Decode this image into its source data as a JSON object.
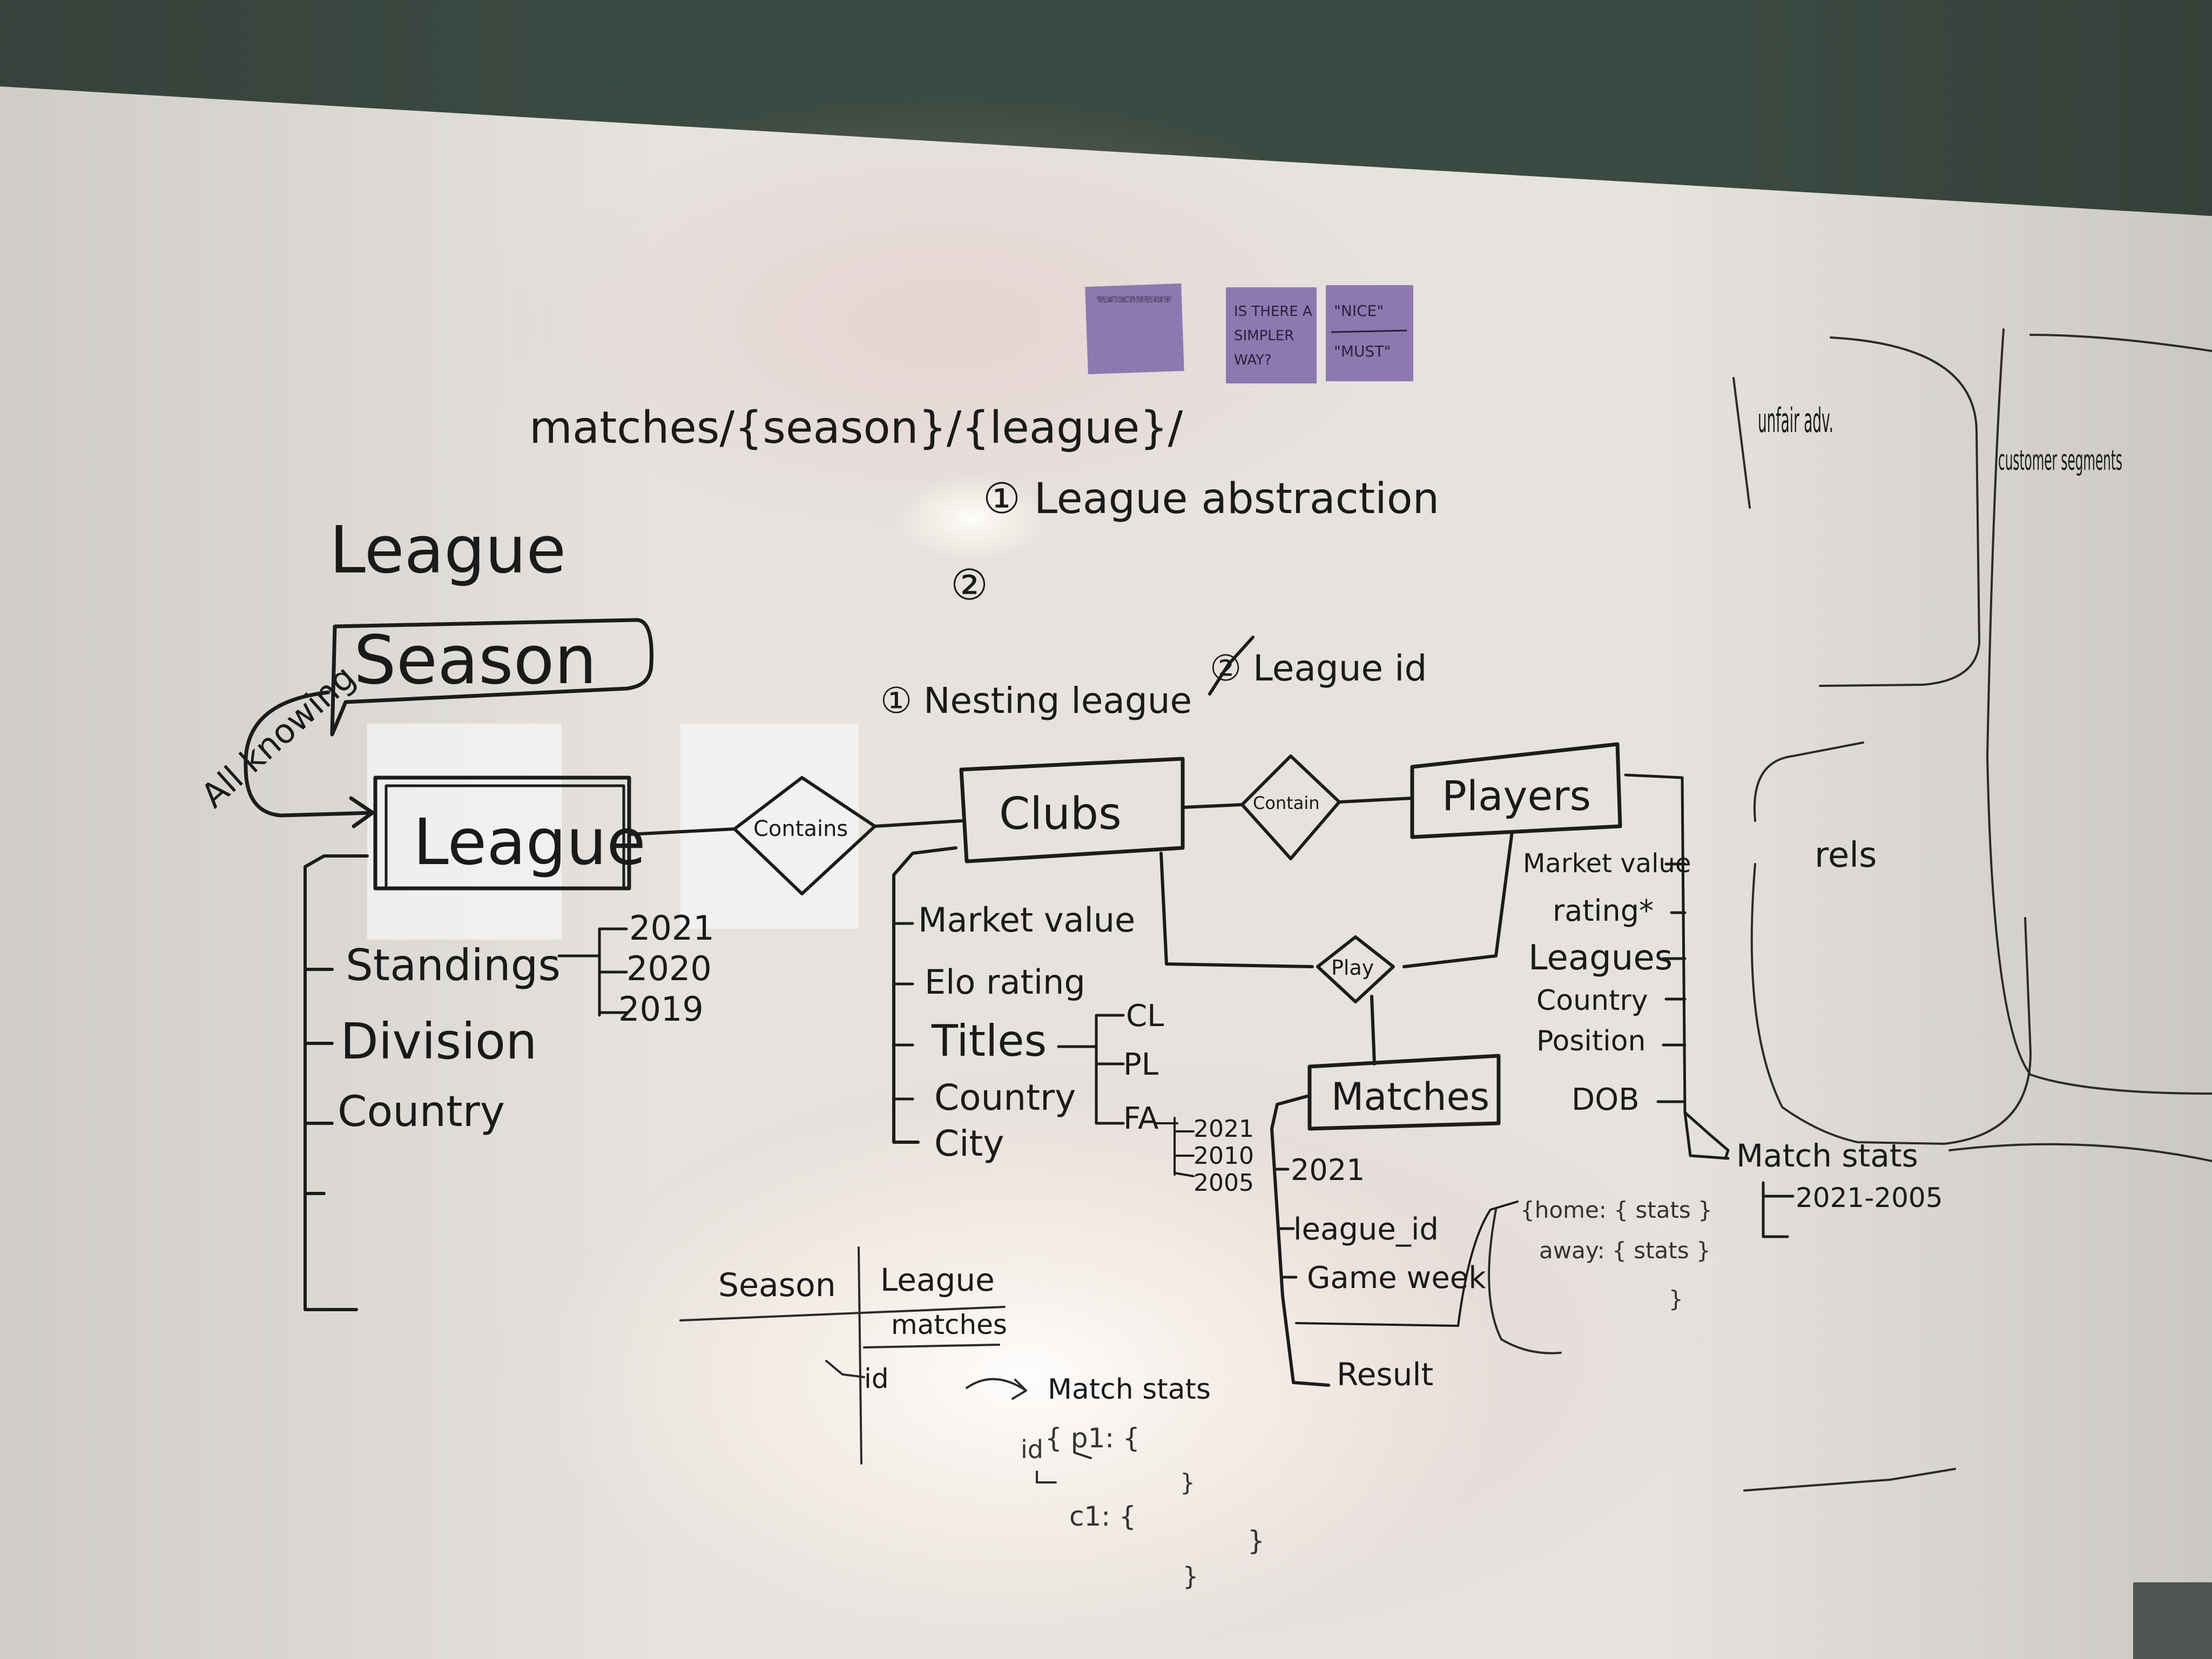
{
  "colors": {
    "board": "#e6e3df",
    "ceiling": "#3b4a42",
    "ink": "#1c1c1c",
    "sticky_note": "#8e78b0",
    "glare": "#ffffff"
  },
  "sticky_notes": [
    {
      "text": "\" PEOPLE WANT TO CONNECT WITH OTHER PEOPLE AROUND THEM \""
    },
    {
      "text_lines": [
        "IS THERE A",
        "SIMPLER",
        "WAY?"
      ]
    },
    {
      "text_lines": [
        "\"NICE\"",
        "\"MUST\""
      ]
    }
  ],
  "top_notes": {
    "matches_line": "matches/{season}/{league}/",
    "item_1": "① League abstraction",
    "item_2": "②",
    "nesting": "① Nesting league",
    "league_id": "② League id"
  },
  "left": {
    "heading": "League",
    "all_knowing": "All knowing",
    "season_box": "Season",
    "league_box": "League",
    "attributes": [
      "Standings",
      "Division",
      "Country"
    ],
    "years": [
      "2021",
      "2020",
      "2019"
    ]
  },
  "relationships": {
    "contains": "Contains",
    "contain": "Contain",
    "play": "Play"
  },
  "clubs": {
    "label": "Clubs",
    "attributes": [
      "Market value",
      "Elo rating",
      "Titles",
      "Country",
      "City"
    ],
    "titles": [
      "CL",
      "PL",
      "FA"
    ],
    "fa_years": [
      "2021",
      "2010",
      "2005"
    ]
  },
  "players": {
    "label": "Players",
    "attributes": [
      "Market value",
      "rating*",
      "Leagues",
      "Country",
      "Position",
      "DOB"
    ],
    "match_stats": "Match stats",
    "range": "2021-2005"
  },
  "matches": {
    "label": "Matches",
    "attributes": [
      "2021",
      "league_id",
      "Game week",
      "Result"
    ],
    "json_lines": [
      "{home: { stats }",
      "away: { stats }",
      "}"
    ]
  },
  "bottom_table": {
    "col_season": "Season",
    "col_league": "League",
    "matches": "matches",
    "id_row": "id",
    "match_stats": "Match stats",
    "code_lines": [
      "{ p1: {",
      "id",
      "}",
      "c1: {",
      "}",
      "}"
    ]
  },
  "canvas": {
    "unfair_adv": "unfair adv.",
    "customer_segments": "customer segments",
    "channels": "rels"
  }
}
